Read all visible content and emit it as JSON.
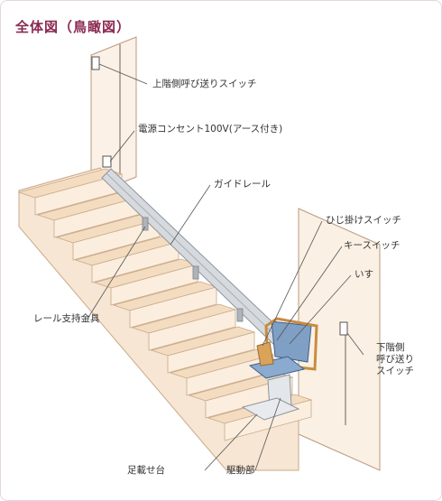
{
  "title": "全体図（鳥瞰図）",
  "labels": {
    "upper_call_switch": "上階側呼び送りスイッチ",
    "power_outlet": "電源コンセント100V(アース付き)",
    "guide_rail": "ガイドレール",
    "armrest_switch": "ひじ掛けスイッチ",
    "key_switch": "キースイッチ",
    "chair": "いす",
    "rail_bracket": "レール支持金具",
    "lower_call_switch_line1": "下階側",
    "lower_call_switch_line2": "呼び送り",
    "lower_call_switch_line3": "スイッチ",
    "footrest": "足載せ台",
    "drive_unit": "駆動部"
  },
  "colors": {
    "title": "#8a2a52",
    "stair_tread": "#f3dcc0",
    "stair_riser": "#fbeedf",
    "wall": "#faf0e4",
    "rail": "#cfd3d8",
    "seat": "#7f9fc4",
    "chair_frame": "#d9a35a"
  }
}
